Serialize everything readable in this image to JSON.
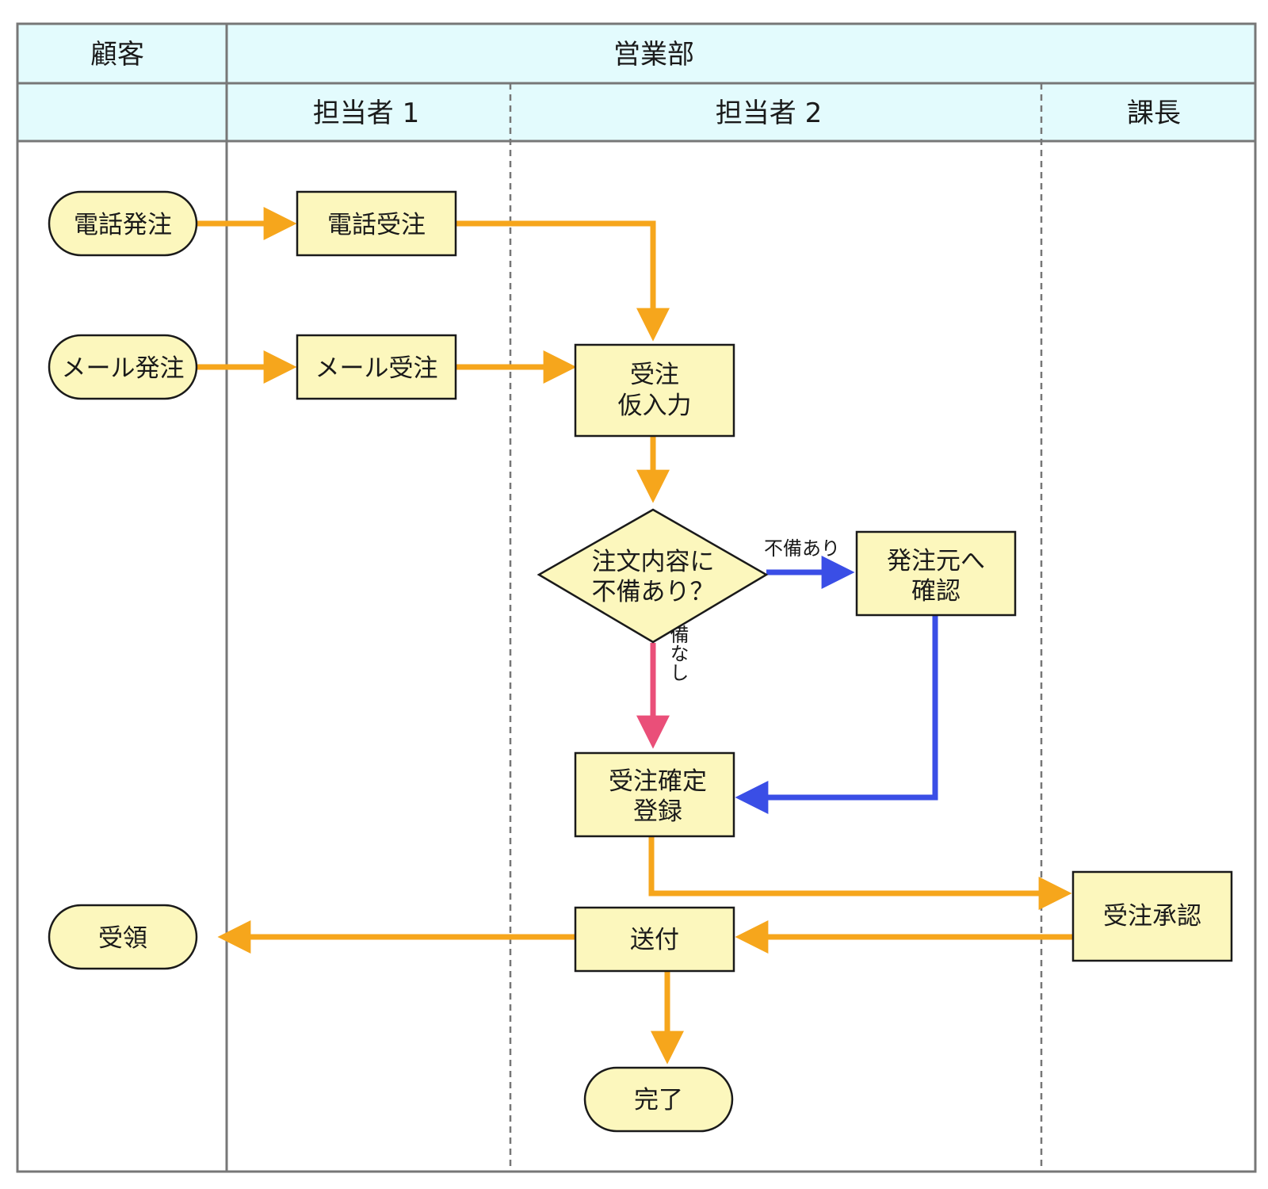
{
  "header": {
    "customer_lane": "顧客",
    "sales_dept": "営業部",
    "staff1": "担当者 1",
    "staff2": "担当者 2",
    "manager": "課長"
  },
  "nodes": {
    "phone_order": "電話発注",
    "mail_order": "メール発注",
    "receipt": "受領",
    "phone_receive": "電話受注",
    "mail_receive": "メール受注",
    "temp_entry": [
      "受注",
      "仮入力"
    ],
    "check_decision": [
      "注文内容に",
      "不備あり？"
    ],
    "confirm_source": [
      "発注元へ",
      "確認"
    ],
    "confirm_register": [
      "受注確定",
      "登録"
    ],
    "send": "送付",
    "complete": "完了",
    "approval": "受注承認"
  },
  "edge_labels": {
    "has_defect": "不備あり",
    "no_defect": "不備なし"
  },
  "colors": {
    "header_bg": "#e3fbfd",
    "node_fill": "#fcf7bd",
    "flow_orange": "#f6a61c",
    "flow_blue": "#3a4ee6",
    "flow_pink": "#ea4f79",
    "lane_line": "#777777"
  }
}
